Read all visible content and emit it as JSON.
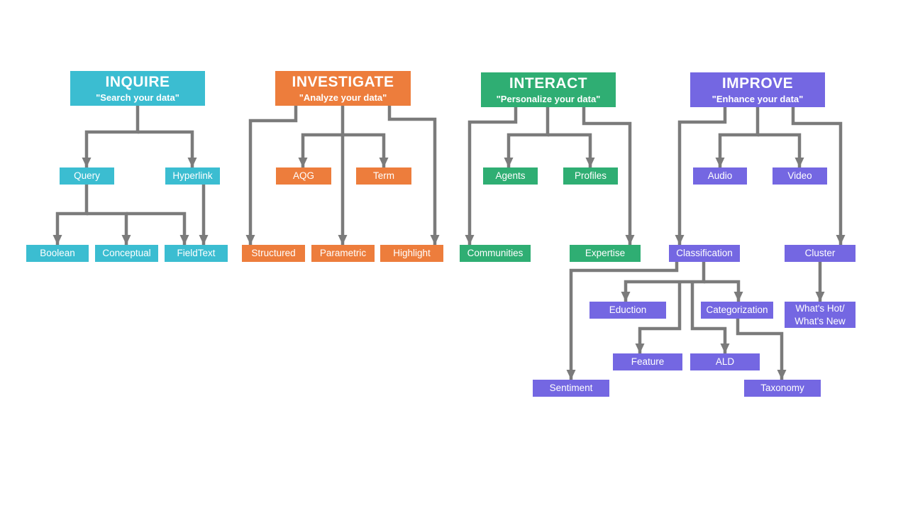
{
  "headers": {
    "inquire": {
      "title": "INQUIRE",
      "subtitle": "\"Search your data\""
    },
    "investigate": {
      "title": "INVESTIGATE",
      "subtitle": "\"Analyze your data\""
    },
    "interact": {
      "title": "INTERACT",
      "subtitle": "\"Personalize your data\""
    },
    "improve": {
      "title": "IMPROVE",
      "subtitle": "\"Enhance your data\""
    }
  },
  "nodes": {
    "query": "Query",
    "hyperlink": "Hyperlink",
    "boolean": "Boolean",
    "conceptual": "Conceptual",
    "fieldtext": "FieldText",
    "aqg": "AQG",
    "term": "Term",
    "structured": "Structured",
    "parametric": "Parametric",
    "highlight": "Highlight",
    "agents": "Agents",
    "profiles": "Profiles",
    "communities": "Communities",
    "expertise": "Expertise",
    "audio": "Audio",
    "video": "Video",
    "classification": "Classification",
    "cluster": "Cluster",
    "eduction": "Eduction",
    "categorization": "Categorization",
    "whats_hot": "What's Hot/\nWhat's New",
    "feature": "Feature",
    "ald": "ALD",
    "sentiment": "Sentiment",
    "taxonomy": "Taxonomy"
  },
  "colors": {
    "inquire": "#3BBDD1",
    "investigate": "#ED7D3C",
    "interact": "#2FAE73",
    "improve": "#7467E2",
    "connector": "#7B7B7B",
    "box_text": "#FFFFFF",
    "background": "#FFFFFF"
  }
}
